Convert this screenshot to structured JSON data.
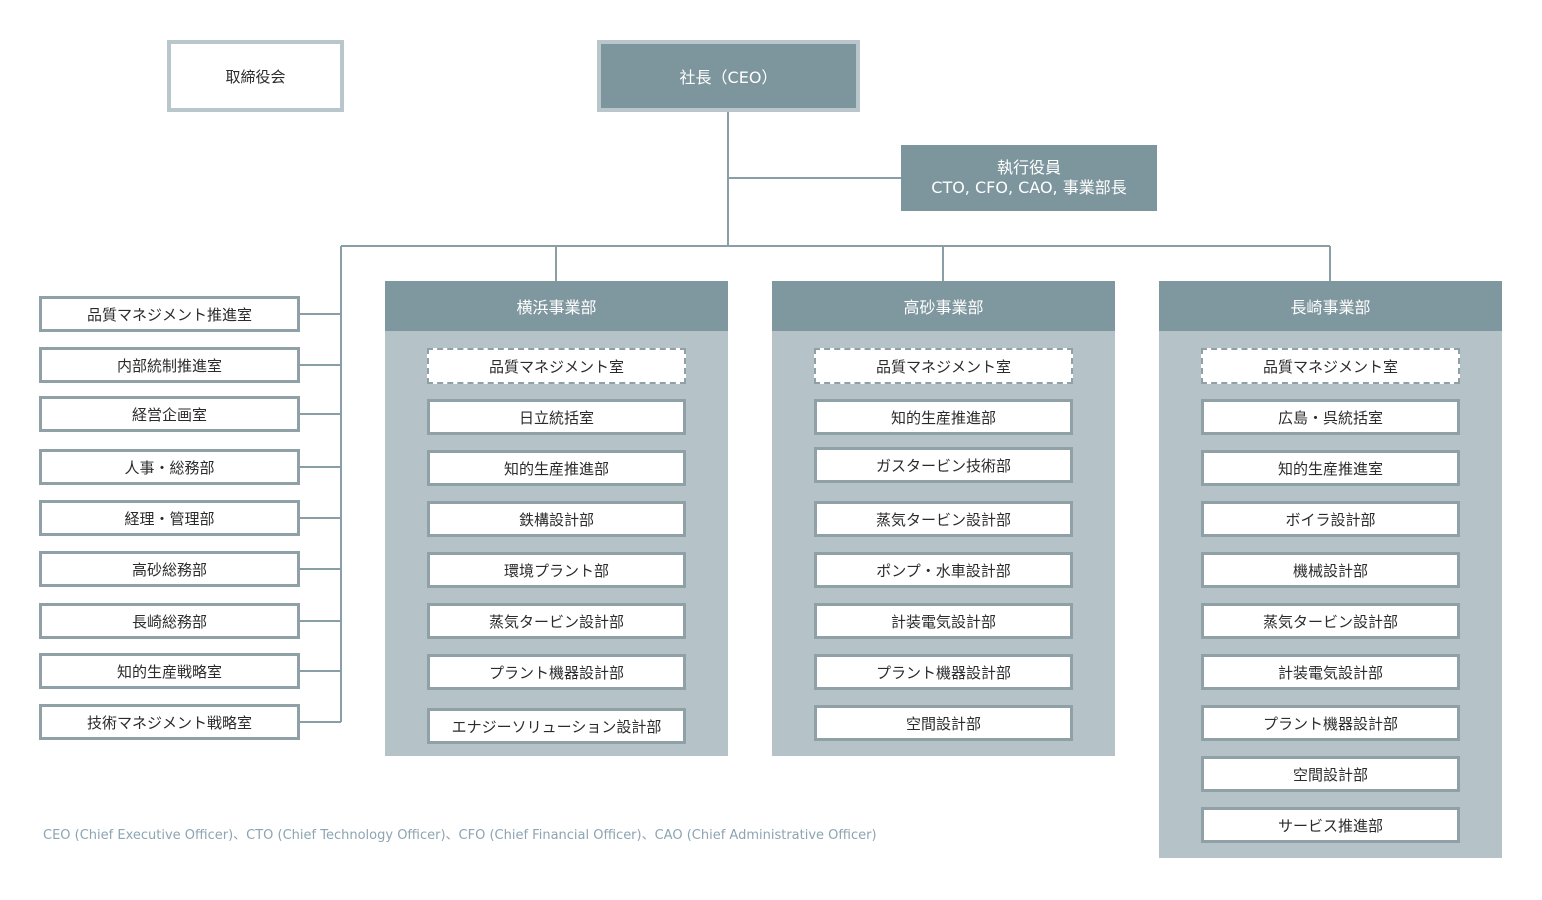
{
  "board": "取締役会",
  "ceo": "社長（CEO）",
  "executives": {
    "line1": "執行役員",
    "line2": "CTO, CFO, CAO, 事業部長"
  },
  "staff_departments": [
    "品質マネジメント推進室",
    "内部統制推進室",
    "経営企画室",
    "人事・総務部",
    "経理・管理部",
    "高砂総務部",
    "長崎総務部",
    "知的生産戦略室",
    "技術マネジメント戦略室"
  ],
  "divisions": [
    {
      "name": "横浜事業部",
      "units": [
        "品質マネジメント室",
        "日立統括室",
        "知的生産推進部",
        "鉄構設計部",
        "環境プラント部",
        "蒸気タービン設計部",
        "プラント機器設計部",
        "エナジーソリューション設計部"
      ]
    },
    {
      "name": "高砂事業部",
      "units": [
        "品質マネジメント室",
        "知的生産推進部",
        "ガスタービン技術部",
        "蒸気タービン設計部",
        "ポンプ・水車設計部",
        "計装電気設計部",
        "プラント機器設計部",
        "空間設計部"
      ]
    },
    {
      "name": "長崎事業部",
      "units": [
        "品質マネジメント室",
        "広島・呉統括室",
        "知的生産推進室",
        "ボイラ設計部",
        "機械設計部",
        "蒸気タービン設計部",
        "計装電気設計部",
        "プラント機器設計部",
        "空間設計部",
        "サービス推進部"
      ]
    }
  ],
  "footnote": "CEO (Chief Executive Officer)、CTO (Chief Technology Officer)、CFO (Chief Financial Officer)、CAO (Chief Administrative Officer)",
  "colors": {
    "header": "#7f979f",
    "panel": "#b5c3c8",
    "border": "#8fa0a6",
    "line": "#8a9ea5",
    "footnote": "#8da4b2"
  }
}
